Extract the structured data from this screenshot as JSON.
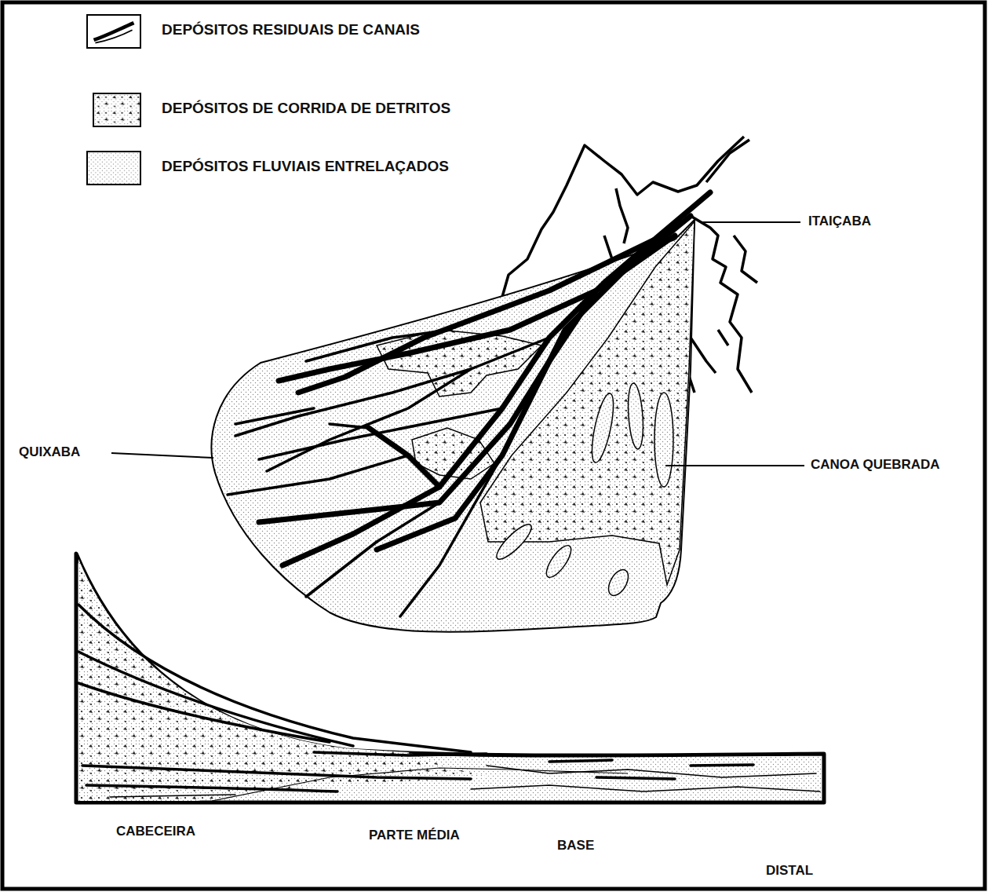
{
  "diagram": {
    "labels": [
      "ITAIÇABA",
      "QUIXABA",
      "CANOA QUEBRADA",
      "CABECEIRA",
      "PARTE MÉDIA",
      "BASE",
      "DISTAL"
    ],
    "legend": [
      {
        "text": "DEPÓSITOS RESIDUAIS DE CANAIS"
      },
      {
        "text": "DEPÓSITOS DE CORRIDA DE DETRITOS"
      },
      {
        "text": "DEPÓSITOS FLUVIAIS ENTRELAÇADOS"
      }
    ]
  }
}
